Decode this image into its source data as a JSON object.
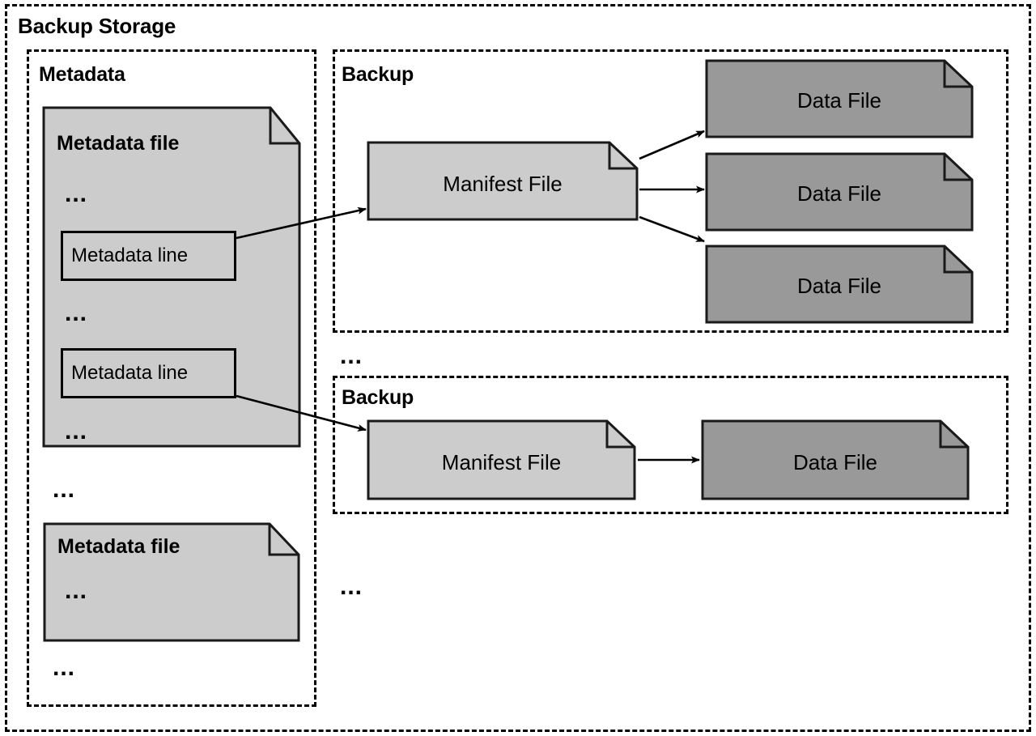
{
  "diagram": {
    "title": "Backup Storage",
    "colors": {
      "light_file": "#cccccc",
      "dark_file": "#999999",
      "stroke": "#000000",
      "background": "#ffffff"
    },
    "sections": {
      "metadata": {
        "title": "Metadata",
        "files": [
          {
            "title": "Metadata file",
            "rows": [
              {
                "type": "ellipsis",
                "text": "..."
              },
              {
                "type": "line",
                "text": "Metadata line"
              },
              {
                "type": "ellipsis",
                "text": "..."
              },
              {
                "type": "line",
                "text": "Metadata line"
              },
              {
                "type": "ellipsis",
                "text": "..."
              }
            ]
          },
          {
            "title": "Metadata file",
            "rows": [
              {
                "type": "ellipsis",
                "text": "..."
              }
            ]
          }
        ],
        "separator_ellipsis": "...",
        "trailing_ellipsis": "..."
      },
      "backups": [
        {
          "title": "Backup",
          "manifest": {
            "label": "Manifest File"
          },
          "data_files": [
            {
              "label": "Data File"
            },
            {
              "label": "Data File"
            },
            {
              "label": "Data File"
            }
          ]
        },
        {
          "title": "Backup",
          "manifest": {
            "label": "Manifest File"
          },
          "data_files": [
            {
              "label": "Data File"
            }
          ]
        }
      ],
      "backup_separator_ellipsis": "...",
      "backup_trailing_ellipsis": "..."
    },
    "arrows": [
      {
        "from": "metadata-line-1",
        "to": "manifest-file-1"
      },
      {
        "from": "metadata-line-2",
        "to": "manifest-file-2"
      },
      {
        "from": "manifest-file-1",
        "to": "data-file-1-1"
      },
      {
        "from": "manifest-file-1",
        "to": "data-file-1-2"
      },
      {
        "from": "manifest-file-1",
        "to": "data-file-1-3"
      },
      {
        "from": "manifest-file-2",
        "to": "data-file-2-1"
      }
    ]
  }
}
